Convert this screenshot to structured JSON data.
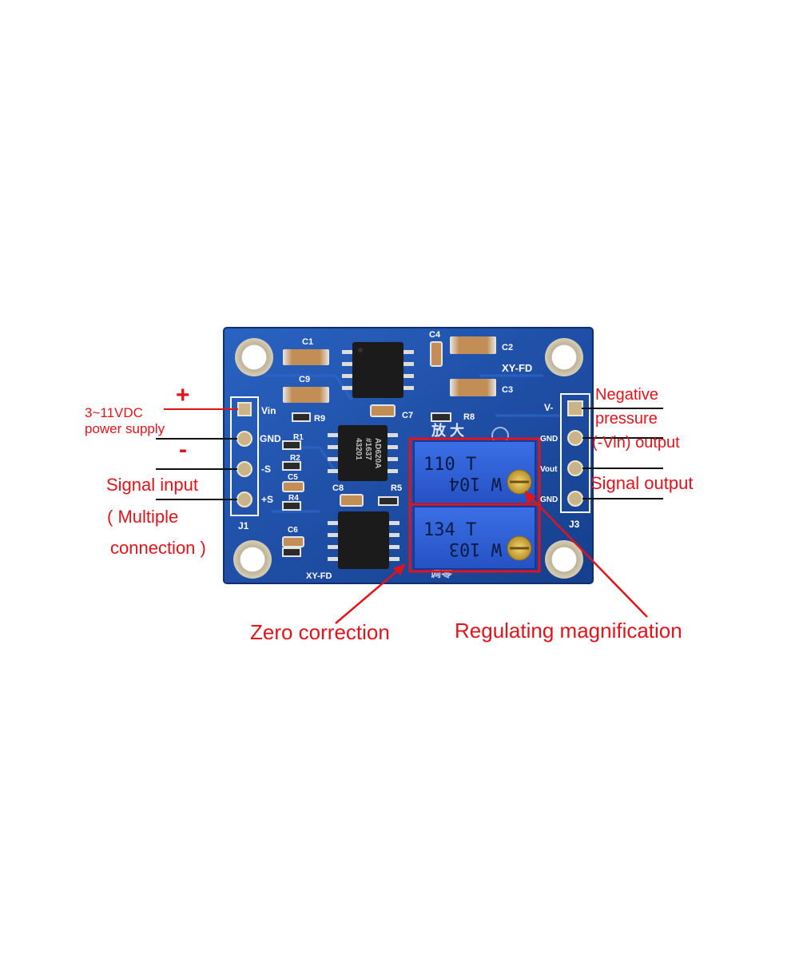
{
  "colors": {
    "annotation": "#e3131b",
    "pcb_blue": "#1f4fa6",
    "pcb_dark": "#143a80",
    "silkscreen": "#ffffff",
    "pad_gold": "#c9b48a",
    "chip_black": "#1b1b1b",
    "trimmer_blue": "#2f5fd6",
    "capacitor_tan": "#c28e55",
    "wire": "#111111"
  },
  "annotations": {
    "plus_sign": "+",
    "minus_sign": "-",
    "power_supply_line1": "3~11VDC",
    "power_supply_line2": "power supply",
    "signal_input_line1": "Signal input",
    "signal_input_line2": "( Multiple",
    "signal_input_line3": "connection )",
    "negative_line1": "Negative",
    "negative_line2": "pressure",
    "negative_line3": "(-Vin) output",
    "signal_output": "Signal output",
    "zero_correction": "Zero correction",
    "regulating_magnification": "Regulating magnification"
  },
  "board": {
    "brand_top": "XY-FD",
    "brand_bottom": "XY-FD",
    "left_pins": [
      "Vin",
      "GND",
      "-S",
      "+S"
    ],
    "left_header": "J1",
    "right_pins": [
      "V-",
      "GND",
      "Vout",
      "GND"
    ],
    "right_header": "J3",
    "components": {
      "c1": "C1",
      "c2": "C2",
      "c3": "C3",
      "c4": "C4",
      "c5": "C5",
      "c6": "C6",
      "c7": "C7",
      "c8": "C8",
      "c9": "C9",
      "r1": "R1",
      "r2": "R2",
      "r4": "R4",
      "r5": "R5",
      "r8": "R8",
      "r9": "R9"
    },
    "chip_marking_line1": "AD620A",
    "chip_marking_line2": "#1637",
    "chip_marking_line3": "43201",
    "chinese_label": "放 大",
    "trimmer_top_line1": "110 T",
    "trimmer_top_line2": "W 104",
    "trimmer_bottom_line1": "134 T",
    "trimmer_bottom_line2": "W 103",
    "bottom_chinese": "调零"
  }
}
